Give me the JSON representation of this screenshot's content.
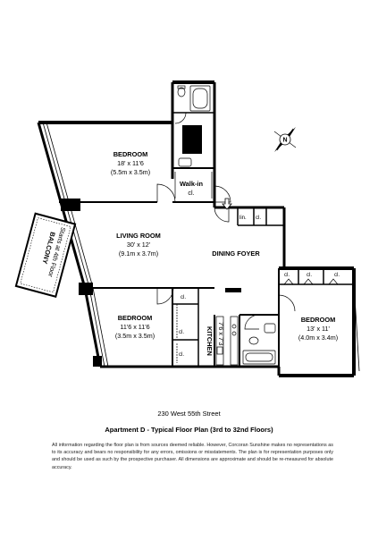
{
  "rooms": {
    "bedroom_top": {
      "name": "BEDROOM",
      "ft": "18' x 11'6",
      "m": "(5.5m x 3.5m)"
    },
    "walkin": {
      "name": "Walk-in",
      "sub": "cl."
    },
    "living": {
      "name": "LIVING ROOM",
      "ft": "30' x 12'",
      "m": "(9.1m x 3.7m)"
    },
    "dining": {
      "name": "DINING FOYER"
    },
    "bedroom_bl": {
      "name": "BEDROOM",
      "ft": "11'6 x 11'6",
      "m": "(3.5m x 3.5m)"
    },
    "kitchen": {
      "name": "KITCHEN",
      "ft": "7'6 x 7'3"
    },
    "bedroom_r": {
      "name": "BEDROOM",
      "ft": "13' x 11'",
      "m": "(4.0m x 3.4m)"
    },
    "balcony": {
      "name": "BALCONY",
      "note": "Starts at 4th Floor"
    }
  },
  "closets": {
    "cl": "cl.",
    "lin": "lin."
  },
  "compass": {
    "label": "N"
  },
  "footer": {
    "address": "230 West 55th Street",
    "subtitle": "Apartment D - Typical Floor Plan (3rd to 32nd Floors)",
    "disclaimer": "All information regarding the floor plan is from sources deemed reliable. However, Corcoran Sunshine makes no representations as to its accuracy and bears no responsibility for any errors, omissions or misstatements. The plan is for representation purposes only and should be used as such by the prospective purchaser. All dimensions are approximate and should be re-measured for absolute accuracy."
  },
  "colors": {
    "wall": "#000000",
    "line": "#111111",
    "paper": "#ffffff"
  }
}
